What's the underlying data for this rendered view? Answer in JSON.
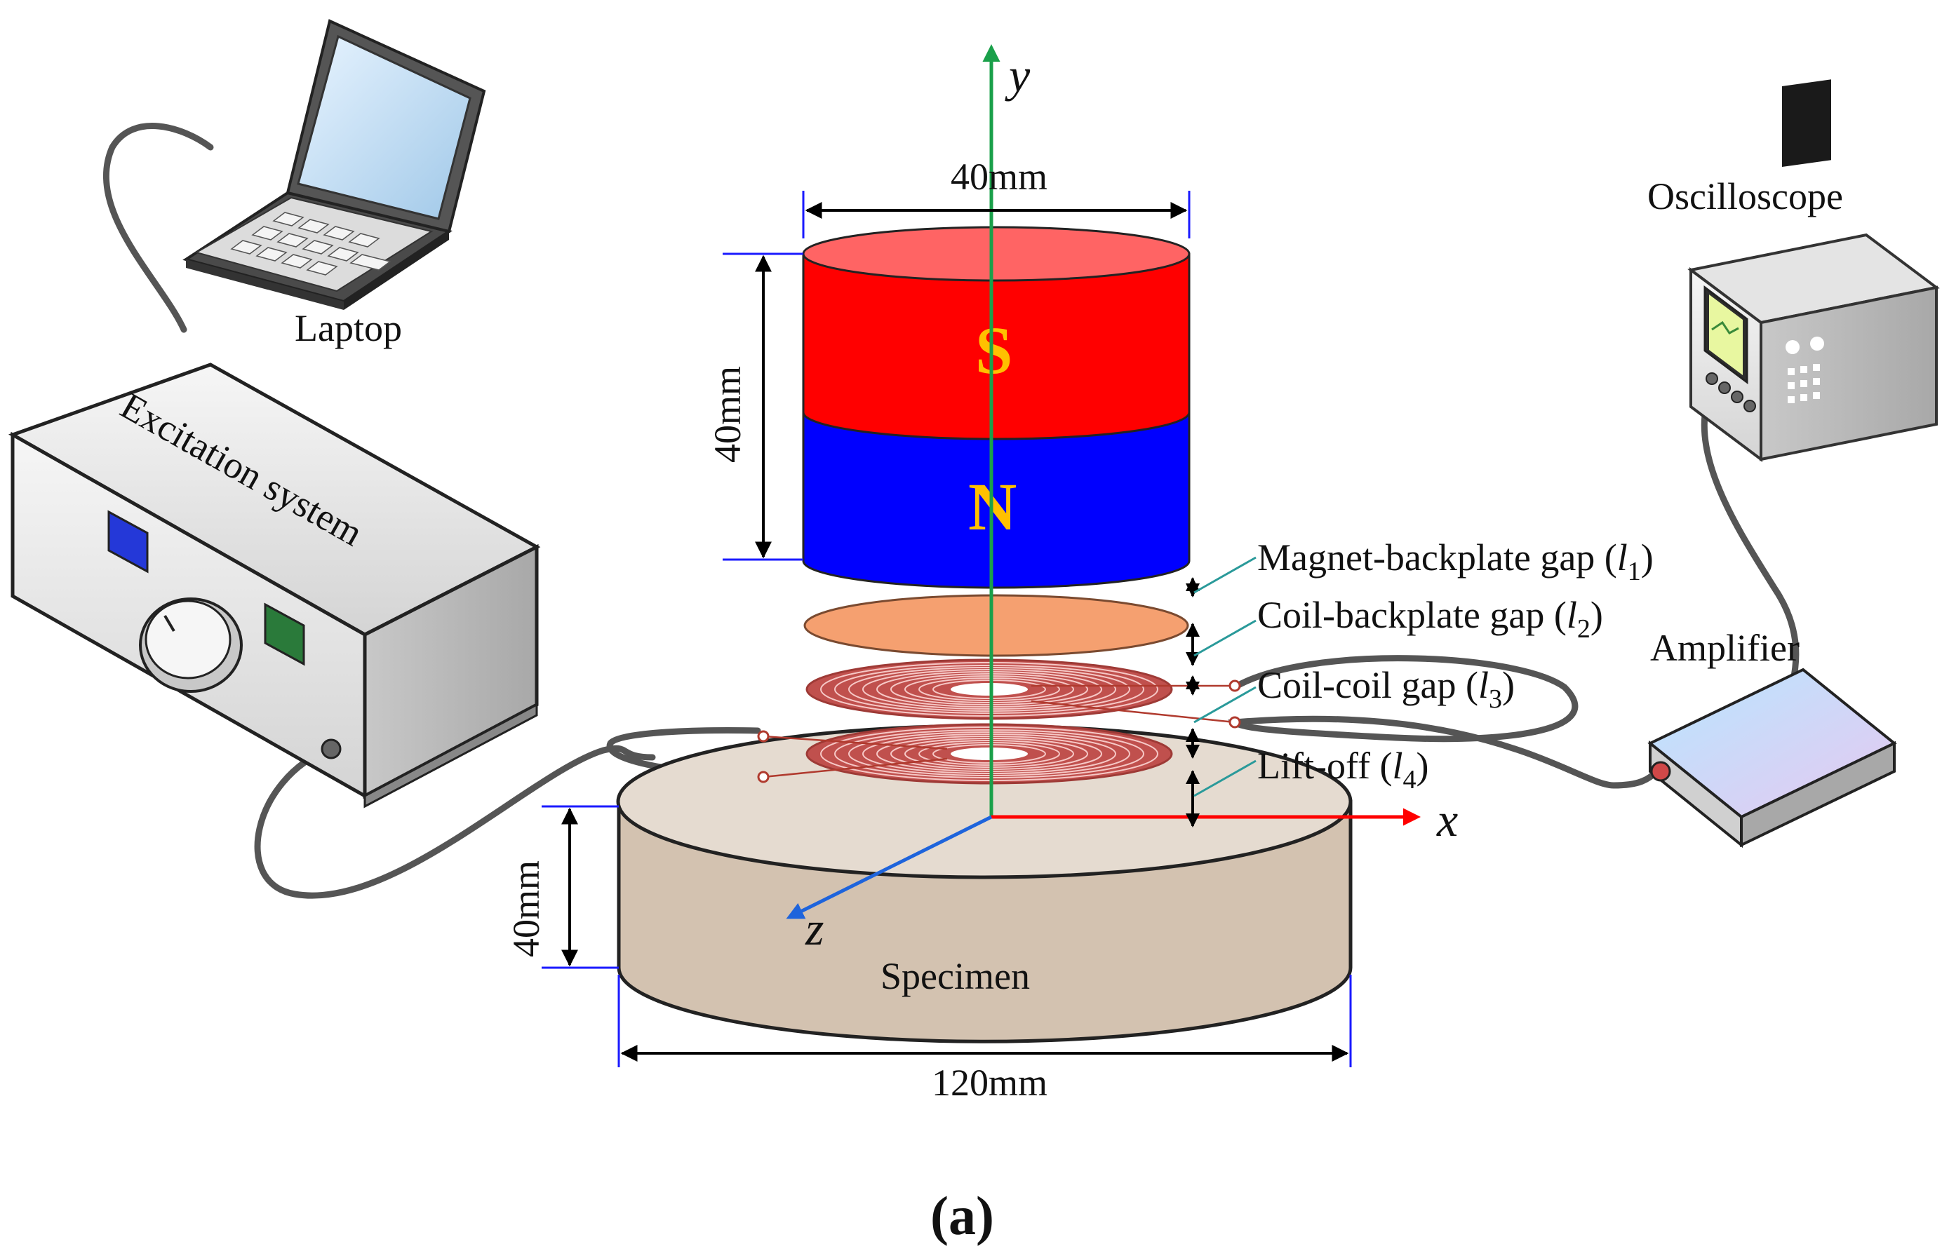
{
  "labels": {
    "laptop": "Laptop",
    "excitation_system": "Excitation system",
    "oscilloscope": "Oscilloscope",
    "amplifier": "Amplifier",
    "specimen": "Specimen",
    "pole_s": "S",
    "pole_n": "N",
    "axis_y": "y",
    "axis_x": "x",
    "axis_z": "z",
    "caption": "(a)"
  },
  "dimensions": {
    "magnet_diameter": "40mm",
    "magnet_height": "40mm",
    "specimen_height": "40mm",
    "specimen_diameter": "120mm"
  },
  "gaps": [
    {
      "text": "Magnet-backplate gap  (",
      "var": "l",
      "sub": "1",
      "close": ")"
    },
    {
      "text": "Coil-backplate gap (",
      "var": "l",
      "sub": "2",
      "close": ")"
    },
    {
      "text": "Coil-coil gap (",
      "var": "l",
      "sub": "3",
      "close": ")"
    },
    {
      "text": "Lift-off (",
      "var": "l",
      "sub": "4",
      "close": ")"
    }
  ],
  "colors": {
    "magnet_south": "#ff0000",
    "magnet_south_top": "#ff6464",
    "magnet_north": "#0000ff",
    "pole_text": "#ffc000",
    "backplate": "#f5a070",
    "coil": "#c0504d",
    "specimen_side": "#d3c2b0",
    "specimen_top": "#e5dbd0",
    "y_axis": "#1aa04a",
    "x_axis": "#ff0000",
    "z_axis": "#1e64dc"
  }
}
